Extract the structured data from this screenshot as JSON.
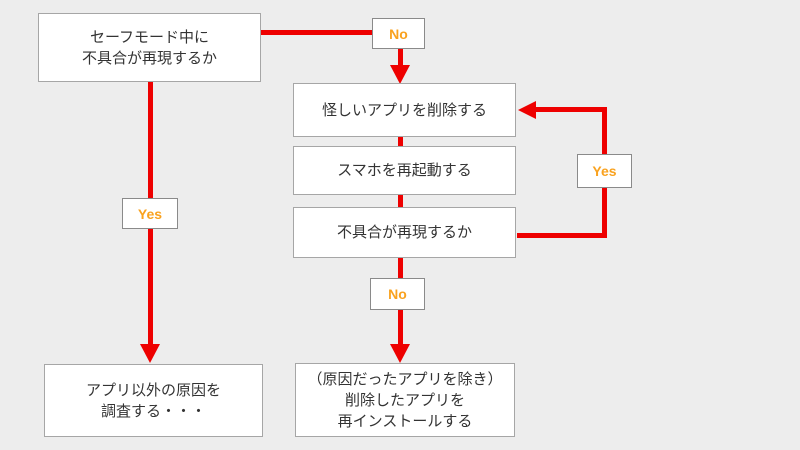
{
  "diagram_type": "flowchart",
  "colors": {
    "background": "#ededed",
    "arrow_red": "#ee0000",
    "label_orange": "#f9a21f",
    "box_background": "#ffffff",
    "box_border": "#a6a6a6",
    "label_border": "#8a8a8a",
    "text": "#333333"
  },
  "nodes": {
    "safe_mode": {
      "line1": "セーフモード中に",
      "line2": "不具合が再現するか"
    },
    "delete_app": {
      "line1": "怪しいアプリを削除する"
    },
    "restart": {
      "line1": "スマホを再起動する"
    },
    "reproduce": {
      "line1": "不具合が再現するか"
    },
    "investigate": {
      "line1": "アプリ以外の原因を",
      "line2": "調査する・・・"
    },
    "reinstall": {
      "line1": "（原因だったアプリを除き）",
      "line2": "削除したアプリを",
      "line3": "再インストールする"
    }
  },
  "labels": {
    "no_top": "No",
    "yes_left": "Yes",
    "yes_right": "Yes",
    "no_bottom": "No"
  },
  "edges": [
    {
      "from": "safe_mode",
      "to": "delete_app",
      "label": "No"
    },
    {
      "from": "safe_mode",
      "to": "investigate",
      "label": "Yes"
    },
    {
      "from": "delete_app",
      "to": "restart"
    },
    {
      "from": "restart",
      "to": "reproduce"
    },
    {
      "from": "reproduce",
      "to": "delete_app",
      "label": "Yes"
    },
    {
      "from": "reproduce",
      "to": "reinstall",
      "label": "No"
    }
  ]
}
